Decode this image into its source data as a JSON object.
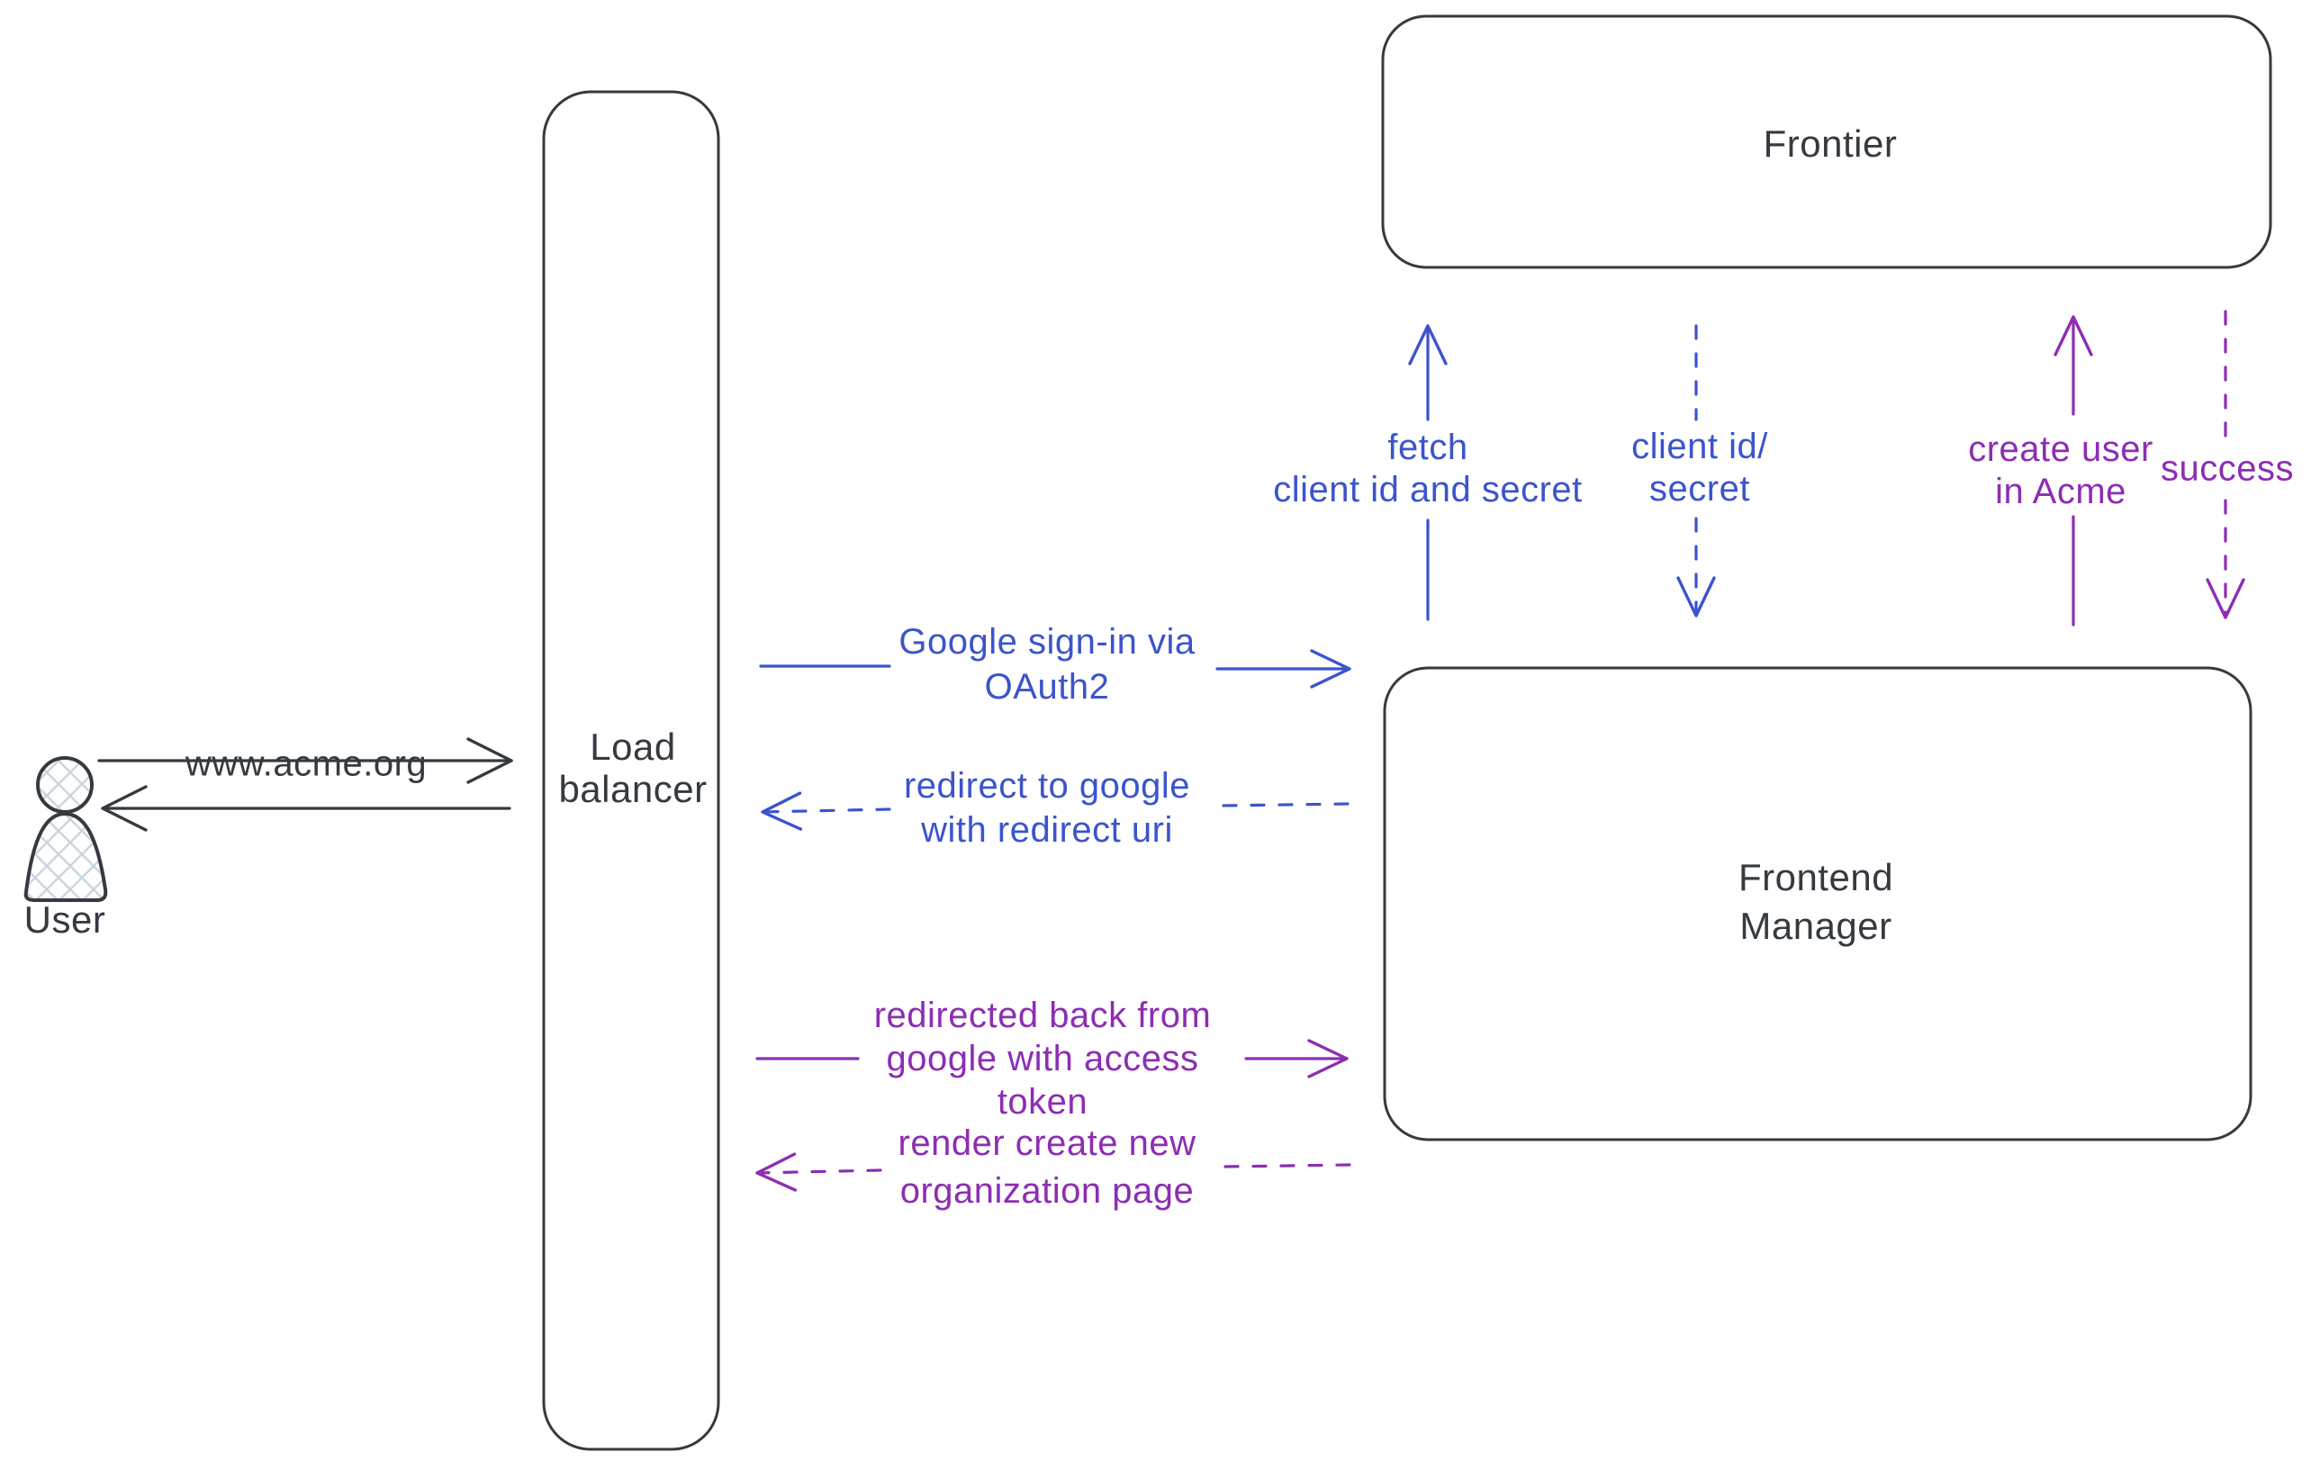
{
  "colors": {
    "background": "#ffffff",
    "ink": "#343a40",
    "blue": "#3b54cc",
    "purple": "#8d2db3",
    "hatch": "#ccd5de"
  },
  "actors": {
    "user": {
      "label": "User"
    },
    "load_balancer": {
      "lines": [
        "Load",
        "balancer"
      ]
    },
    "frontier": {
      "label": "Frontier"
    },
    "frontend_manager": {
      "lines": [
        "Frontend",
        "Manager"
      ]
    }
  },
  "messages": {
    "acme_url": {
      "lines": [
        "www.acme.org"
      ],
      "color": "ink",
      "style": "solid",
      "direction": "right"
    },
    "user_return": {
      "lines": [],
      "color": "ink",
      "style": "solid",
      "direction": "left"
    },
    "google_signin": {
      "lines": [
        "Google sign-in via",
        "OAuth2"
      ],
      "color": "blue",
      "style": "solid",
      "direction": "right"
    },
    "redirect_google": {
      "lines": [
        "redirect to google",
        "with redirect uri"
      ],
      "color": "blue",
      "style": "dashed",
      "direction": "left"
    },
    "redirected_back": {
      "lines": [
        "redirected back from",
        "google with access",
        "token"
      ],
      "color": "purple",
      "style": "solid",
      "direction": "right"
    },
    "render_create": {
      "lines": [
        "render create new",
        "organization page"
      ],
      "color": "purple",
      "style": "dashed",
      "direction": "left"
    },
    "fetch_client": {
      "lines": [
        "fetch",
        "client id and secret"
      ],
      "color": "blue",
      "style": "solid",
      "direction": "up"
    },
    "client_id_secret": {
      "lines": [
        "client id/",
        "secret"
      ],
      "color": "blue",
      "style": "dashed",
      "direction": "down"
    },
    "create_user": {
      "lines": [
        "create user",
        "in Acme"
      ],
      "color": "purple",
      "style": "solid",
      "direction": "up"
    },
    "success": {
      "lines": [
        "success"
      ],
      "color": "purple",
      "style": "dashed",
      "direction": "down"
    }
  }
}
